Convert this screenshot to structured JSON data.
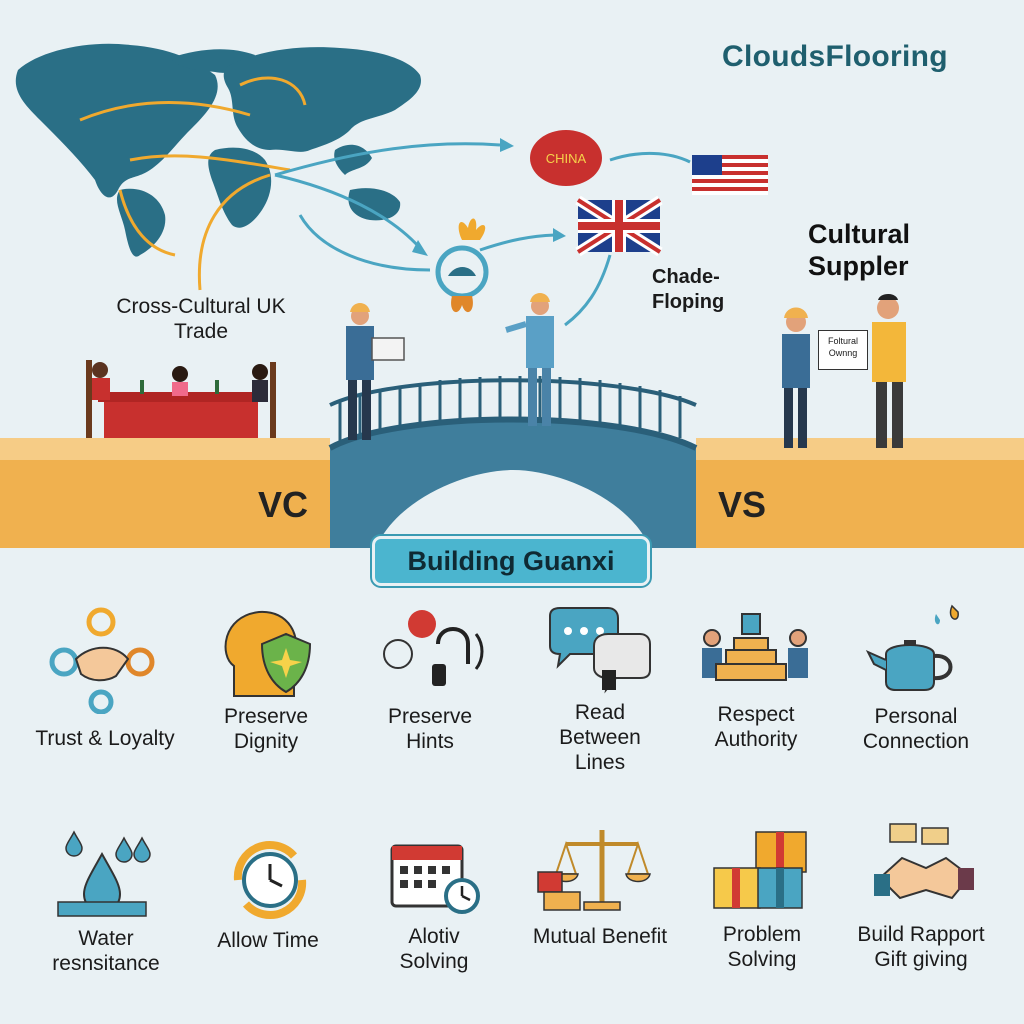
{
  "brand": "CloudsFlooring",
  "top": {
    "trade_label": "Cross-Cultural UK Trade",
    "china_label": "CHINA",
    "chade_label": "Chade-\nFloping",
    "cultural_supplier": "Cultural\nSuppler",
    "sign_text": "Foltural\nOwnng",
    "left_word": "VC",
    "right_word": "VS",
    "banner": "Building Guanxi"
  },
  "icons_row1": [
    {
      "icon": "handshake-icon",
      "label": "Trust & Loyalty"
    },
    {
      "icon": "head-shield-icon",
      "label": "Preserve\nDignity"
    },
    {
      "icon": "listening-icon",
      "label": "Preserve\nHints"
    },
    {
      "icon": "speech-bubbles-icon",
      "label": "Read\nBetween\nLines"
    },
    {
      "icon": "hierarchy-icon",
      "label": "Respect\nAuthority"
    },
    {
      "icon": "teapot-icon",
      "label": "Personal\nConnection"
    }
  ],
  "icons_row2": [
    {
      "icon": "water-drops-icon",
      "label": "Water\nresnsitance"
    },
    {
      "icon": "clock-icon",
      "label": "Allow Time"
    },
    {
      "icon": "calendar-icon",
      "label": "Alotiv\nSolving"
    },
    {
      "icon": "scales-icon",
      "label": "Mutual Benefit"
    },
    {
      "icon": "gift-boxes-icon",
      "label": "Problem\nSolving"
    },
    {
      "icon": "gift-handshake-icon",
      "label": "Build Rapport\nGift giving"
    }
  ],
  "colors": {
    "teal": "#2a6f86",
    "orange": "#f0b14f",
    "accent_blue": "#4bb5cf",
    "red": "#c8302e",
    "brand": "#1f5f6e"
  }
}
